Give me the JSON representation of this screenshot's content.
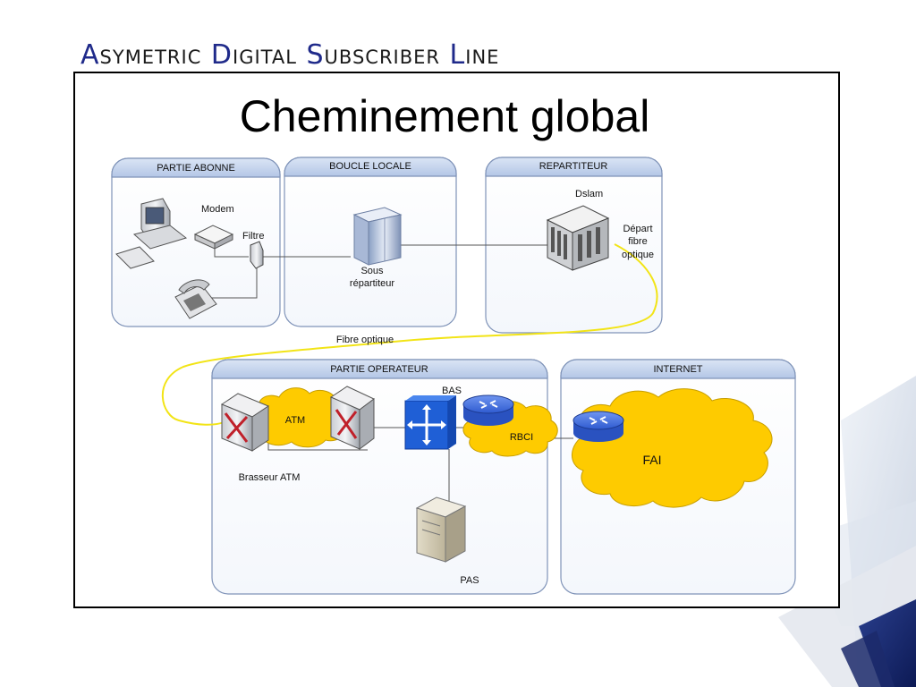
{
  "slide": {
    "title_parts": [
      {
        "cap": "A",
        "rest": "symetric"
      },
      {
        "cap": "D",
        "rest": "igital"
      },
      {
        "cap": "S",
        "rest": "ubscriber"
      },
      {
        "cap": "L",
        "rest": "ine"
      }
    ],
    "heading": "Cheminement global"
  },
  "panels": {
    "abonne": "PARTIE ABONNE",
    "boucle": "BOUCLE LOCALE",
    "repartiteur": "REPARTITEUR",
    "operateur": "PARTIE OPERATEUR",
    "internet": "INTERNET"
  },
  "labels": {
    "modem": "Modem",
    "filtre": "Filtre",
    "sous": "Sous",
    "repartiteur": "répartiteur",
    "dslam": "Dslam",
    "depart": "Départ",
    "fibre": "fibre",
    "optique": "optique",
    "fibre_optique": "Fibre optique",
    "atm": "ATM",
    "brasseur": "Brasseur ATM",
    "bas": "BAS",
    "rbci": "RBCI",
    "pas": "PAS",
    "fai": "FAI"
  },
  "colors": {
    "title_caps": "#1f2a8a",
    "panel_header": "#c6d6ee",
    "panel_border": "#7f93b8",
    "cloud_fill": "#fecb00",
    "fiber": "#f2e416",
    "router": "#3f6fe2",
    "bas_switch": "#1f5fd6"
  }
}
